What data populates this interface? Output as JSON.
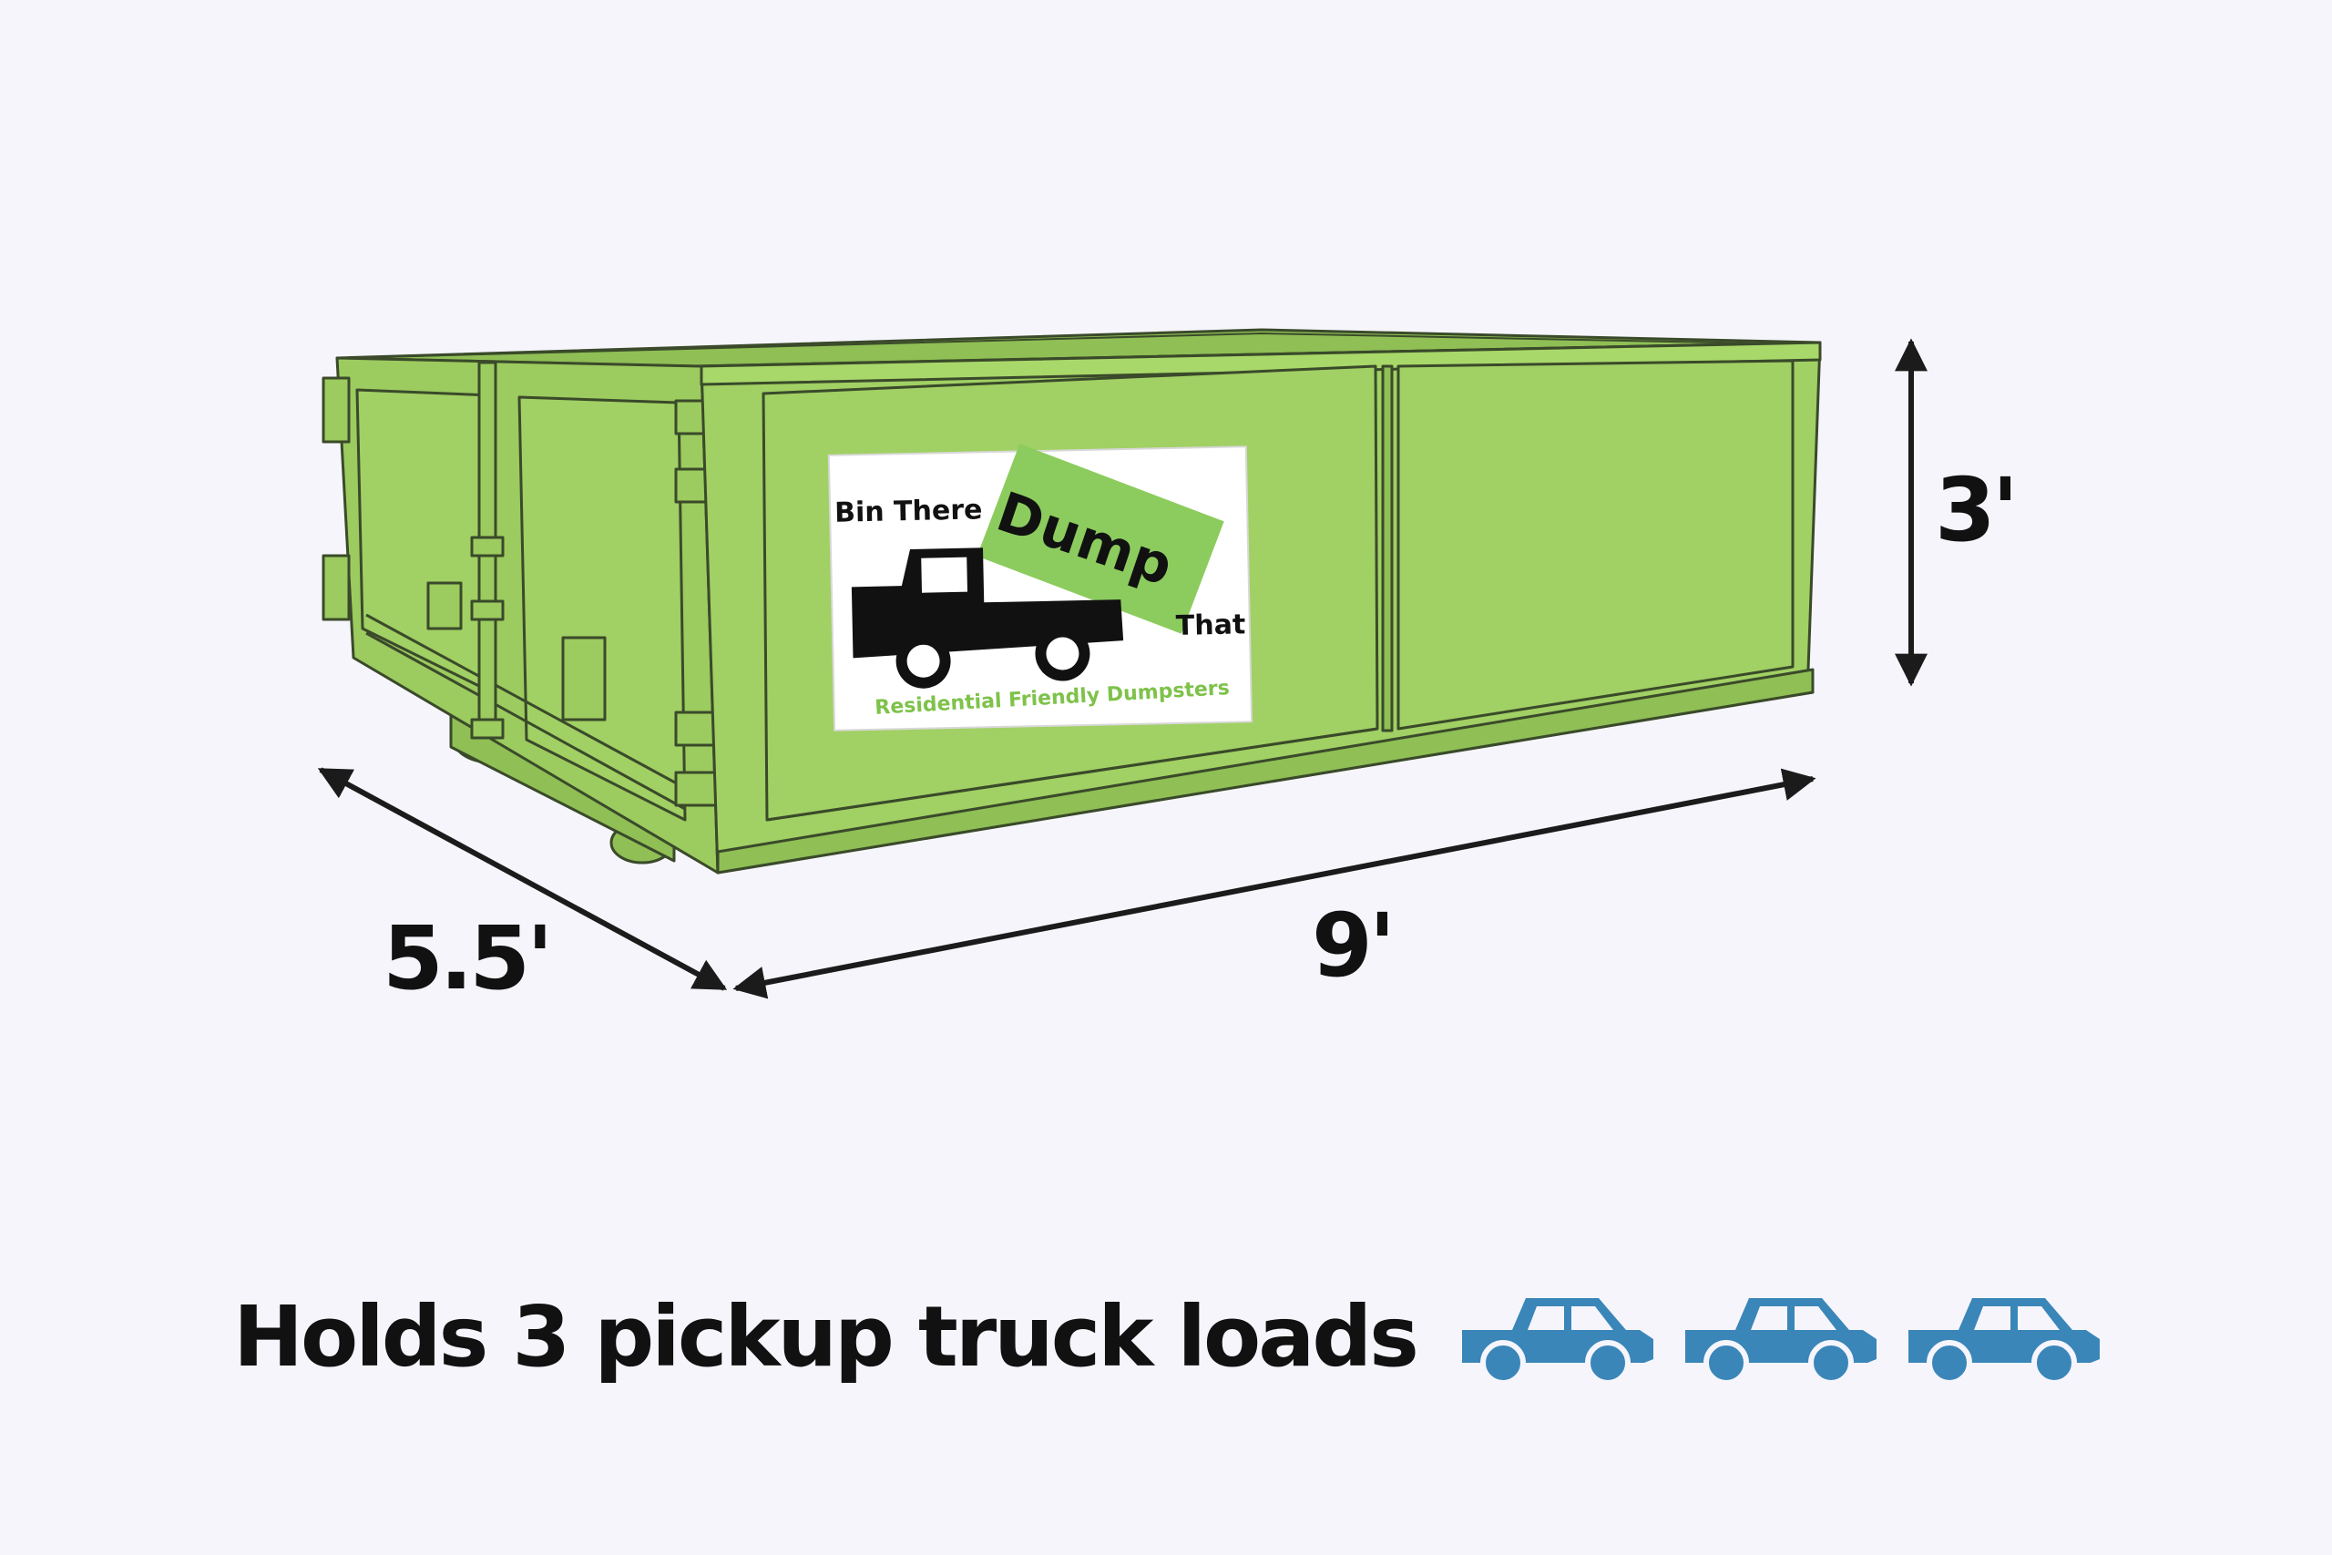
{
  "colors": {
    "background": "#f6f5fc",
    "dumpster_green": "#a1d064",
    "dumpster_outline": "#3a4a2a",
    "logo_green": "#8ccc5e",
    "truck_icon_blue": "#3a86b8",
    "text": "#111111"
  },
  "dimensions": {
    "height": "3'",
    "width": "5.5'",
    "length": "9'"
  },
  "logo": {
    "line1": "Bin There",
    "line2": "Dump",
    "line3": "That",
    "tagline": "Residential Friendly Dumpsters",
    "icon": "dump-truck-icon"
  },
  "caption": "Holds 3 pickup truck loads",
  "pickup_icons": {
    "icon": "pickup-truck-icon",
    "count": 3
  }
}
